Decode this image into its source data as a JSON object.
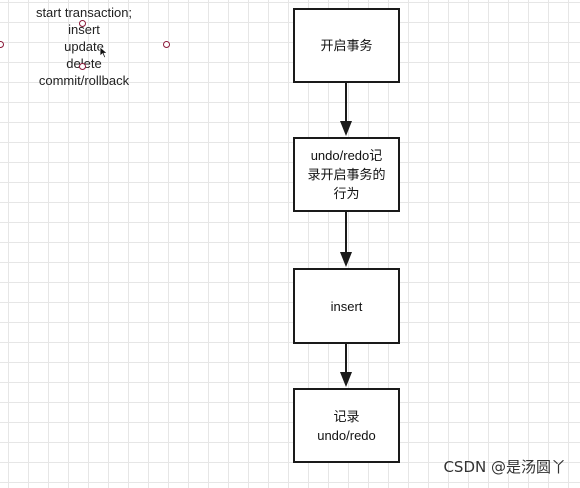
{
  "text_block": {
    "lines": [
      "start transaction;",
      "insert",
      "update",
      "delete",
      "commit/rollback"
    ]
  },
  "flow": {
    "box1": "开启事务",
    "box2_line1": "undo/redo记",
    "box2_line2": "录开启事务的",
    "box2_line3": "行为",
    "box3": "insert",
    "box4_line1": "记录",
    "box4_line2": "undo/redo"
  },
  "watermark": "CSDN @是汤圆丫",
  "colors": {
    "grid": "#e6e6e6",
    "box_border": "#1a1a1a",
    "handle": "#8b1a3a"
  }
}
